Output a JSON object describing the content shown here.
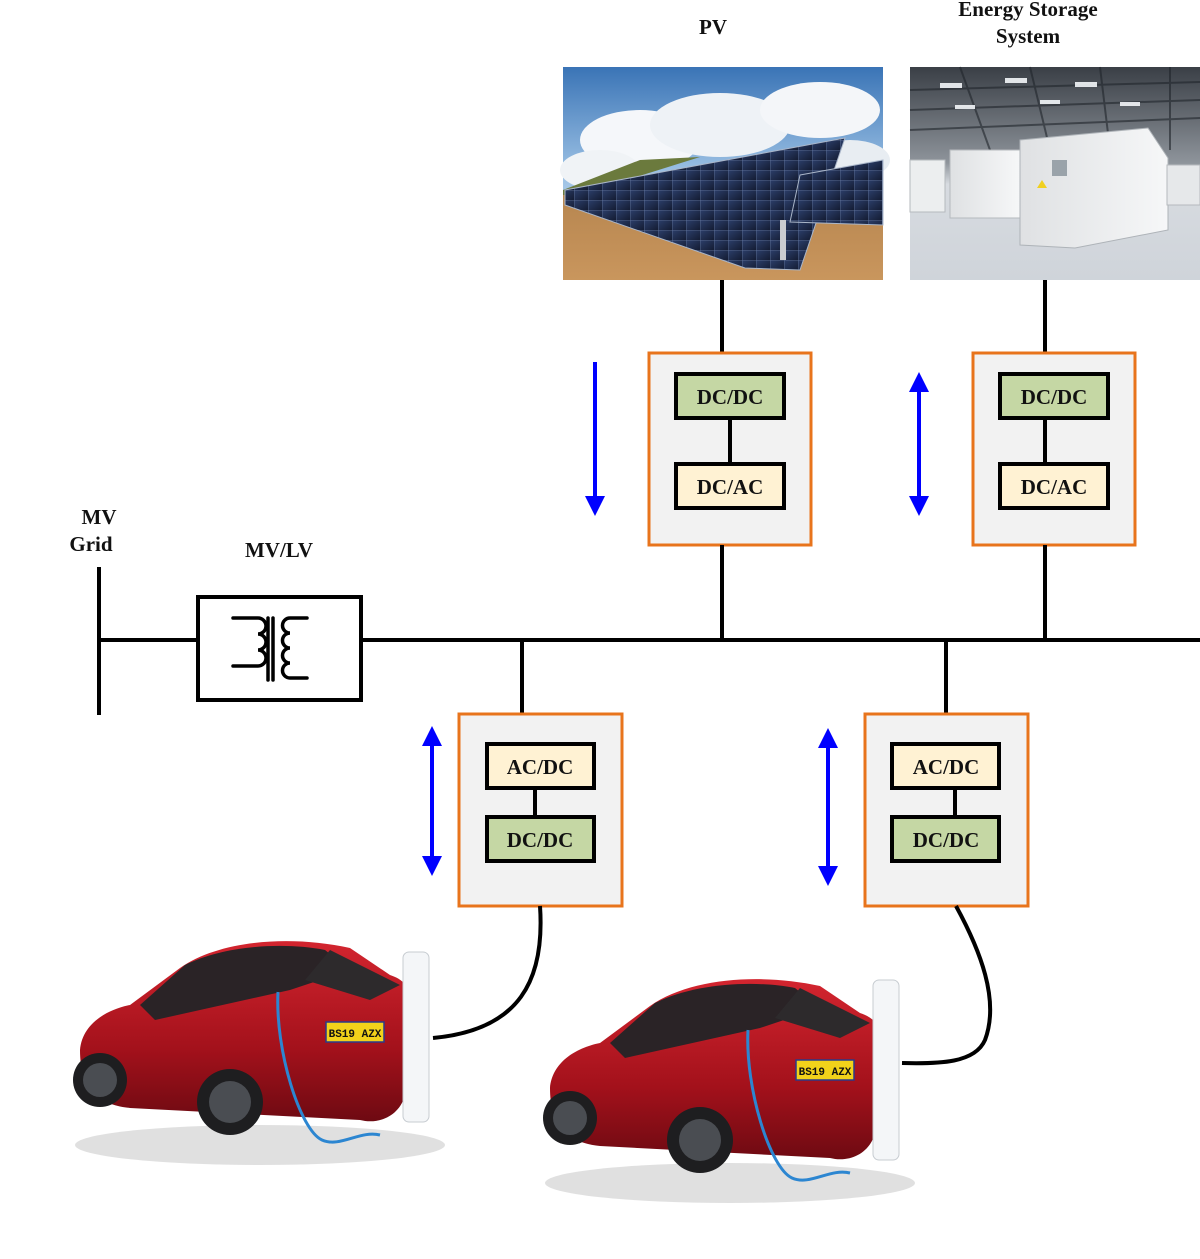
{
  "title": "EV charging station with PV and energy storage on LV bus",
  "labels": {
    "mv_grid_line1": "MV",
    "mv_grid_line2": "Grid",
    "transformer": "MV/LV",
    "pv": "PV",
    "ess_line1": "Energy Storage",
    "ess_line2": "System"
  },
  "converters": {
    "pv": {
      "top": "DC/DC",
      "bottom": "DC/AC",
      "power_flow": "unidirectional-down"
    },
    "ess": {
      "top": "DC/DC",
      "bottom": "DC/AC",
      "power_flow": "bidirectional"
    },
    "ev1": {
      "top": "AC/DC",
      "bottom": "DC/DC",
      "power_flow": "bidirectional"
    },
    "ev2": {
      "top": "AC/DC",
      "bottom": "DC/DC",
      "power_flow": "bidirectional"
    }
  },
  "images": {
    "pv": "solar-panel-array-photo",
    "ess": "battery-container-warehouse-photo",
    "ev1": "red-electric-car-charging-photo",
    "ev2": "red-electric-car-charging-photo"
  },
  "plates": {
    "ev1": "BS19 AZX",
    "ev2": "BS19 AZX"
  },
  "colors": {
    "line": "#000000",
    "converter_border": "#e8741c",
    "converter_fill": "#f2f2f2",
    "dcdc_fill": "#c5d7a4",
    "dcac_fill": "#fff2d3",
    "arrow": "#0000ff",
    "car_body": "#b3141f"
  }
}
